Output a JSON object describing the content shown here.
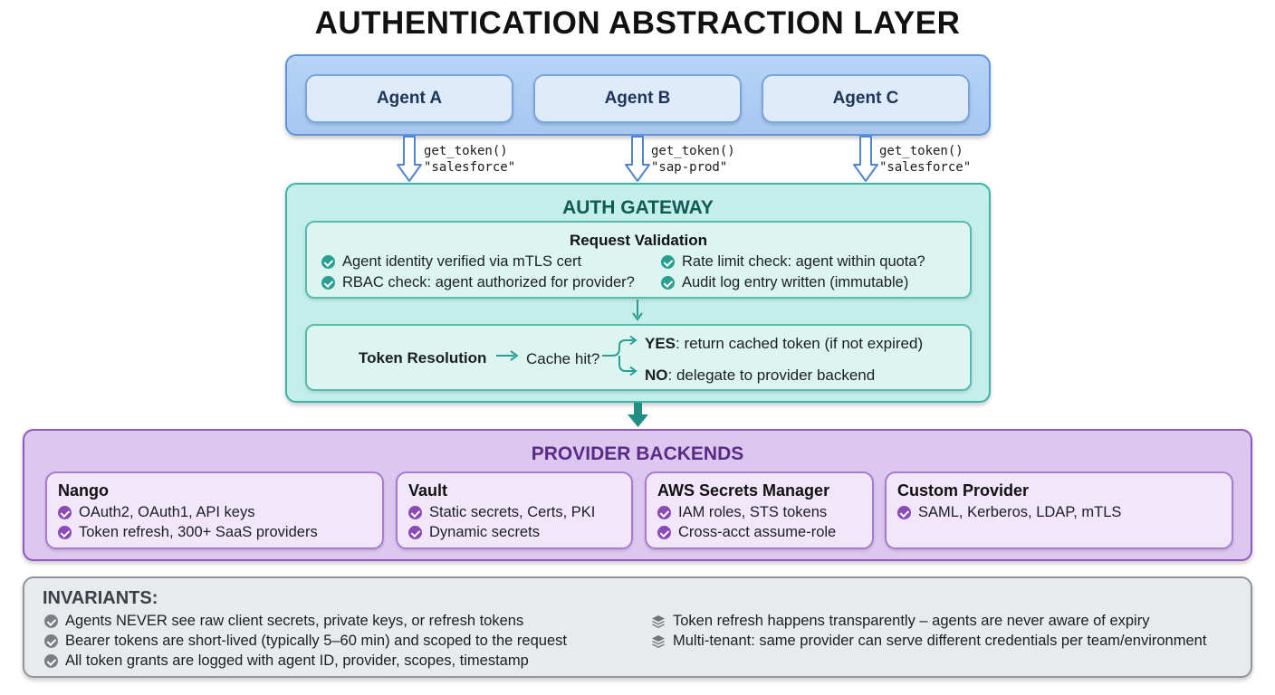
{
  "title": "AUTHENTICATION ABSTRACTION LAYER",
  "agents": [
    {
      "label": "Agent A",
      "call_fn": "get_token()",
      "call_arg": "\"salesforce\""
    },
    {
      "label": "Agent B",
      "call_fn": "get_token()",
      "call_arg": "\"sap-prod\""
    },
    {
      "label": "Agent C",
      "call_fn": "get_token()",
      "call_arg": "\"salesforce\""
    }
  ],
  "gateway": {
    "title": "AUTH GATEWAY",
    "validation": {
      "title": "Request Validation",
      "checks": [
        "Agent identity verified via mTLS cert",
        "RBAC check: agent authorized for provider?",
        "Rate limit check: agent within quota?",
        "Audit log entry written (immutable)"
      ]
    },
    "resolution": {
      "label": "Token Resolution",
      "question": "Cache hit?",
      "yes_key": "YES",
      "yes_text": ": return cached token (if not expired)",
      "no_key": "NO",
      "no_text": ": delegate to provider backend"
    }
  },
  "providers": {
    "title": "PROVIDER BACKENDS",
    "items": [
      {
        "name": "Nango",
        "features": [
          "OAuth2, OAuth1, API keys",
          "Token refresh, 300+ SaaS providers"
        ]
      },
      {
        "name": "Vault",
        "features": [
          "Static secrets, Certs, PKI",
          "Dynamic secrets"
        ]
      },
      {
        "name": "AWS Secrets Manager",
        "features": [
          "IAM roles, STS tokens",
          "Cross-acct assume-role"
        ]
      },
      {
        "name": "Custom Provider",
        "features": [
          "SAML, Kerberos, LDAP, mTLS"
        ]
      }
    ]
  },
  "invariants": {
    "title": "INVARIANTS:",
    "left": [
      "Agents NEVER see raw client secrets, private keys, or refresh tokens",
      "Bearer tokens are short-lived (typically 5–60 min) and scoped to the request",
      "All token grants are logged with agent ID, provider, scopes, timestamp"
    ],
    "right": [
      "Token refresh happens transparently – agents are never aware of expiry",
      "Multi-tenant: same provider can serve different credentials per team/environment"
    ]
  },
  "colors": {
    "agents_fill": "#b7d3f7",
    "gateway_fill": "#c4eeea",
    "gateway_accent": "#2a9e92",
    "providers_fill": "#dcc8ef",
    "providers_accent": "#8a4bb8",
    "invariants_fill": "#e8eaec"
  }
}
